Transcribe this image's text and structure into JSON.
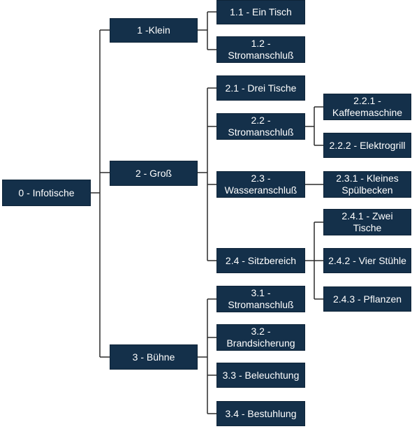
{
  "tree": {
    "root": "0 - Infotische",
    "level1": [
      "1 -Klein",
      "2 - Groß",
      "3 - Bühne"
    ],
    "level2": [
      "1.1 - Ein Tisch",
      "1.2 -\nStromanschluß",
      "2.1 - Drei Tische",
      "2.2 -\nStromanschluß",
      "2.3 -\nWasseranschluß",
      "2.4 - Sitzbereich",
      "3.1 -\nStromanschluß",
      "3.2 -\nBrandsicherung",
      "3.3 - Beleuchtung",
      "3.4 - Bestuhlung"
    ],
    "level3": [
      "2.2.1 -\nKaffeemaschine",
      "2.2.2 - Elektrogrill",
      "2.3.1 - Kleines\nSpülbecken",
      "2.4.1 - Zwei\nTische",
      "2.4.2 - Vier Stühle",
      "2.4.3 - Pflanzen"
    ]
  }
}
